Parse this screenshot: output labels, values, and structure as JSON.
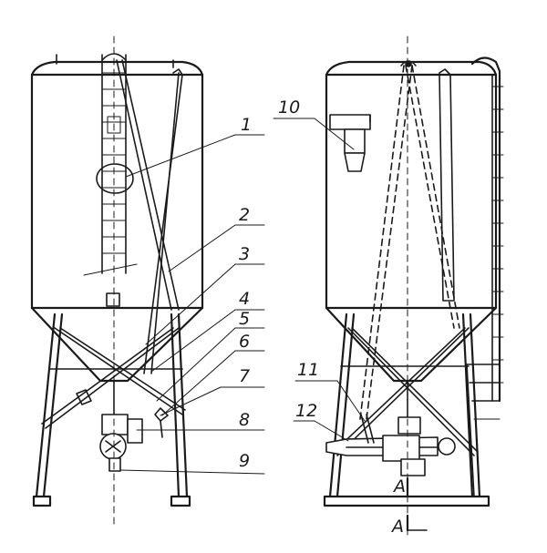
{
  "callouts": [
    {
      "id": "1",
      "label": "1"
    },
    {
      "id": "2",
      "label": "2"
    },
    {
      "id": "3",
      "label": "3"
    },
    {
      "id": "4",
      "label": "4"
    },
    {
      "id": "5",
      "label": "5"
    },
    {
      "id": "6",
      "label": "6"
    },
    {
      "id": "7",
      "label": "7"
    },
    {
      "id": "8",
      "label": "8"
    },
    {
      "id": "9",
      "label": "9"
    },
    {
      "id": "10",
      "label": "10"
    },
    {
      "id": "11",
      "label": "11"
    },
    {
      "id": "12",
      "label": "12"
    }
  ],
  "section_marks": [
    {
      "id": "top",
      "label": "A"
    },
    {
      "id": "bottom",
      "label": "A"
    }
  ],
  "colors": {
    "line": "#1a1a1a",
    "background": "#ffffff"
  }
}
